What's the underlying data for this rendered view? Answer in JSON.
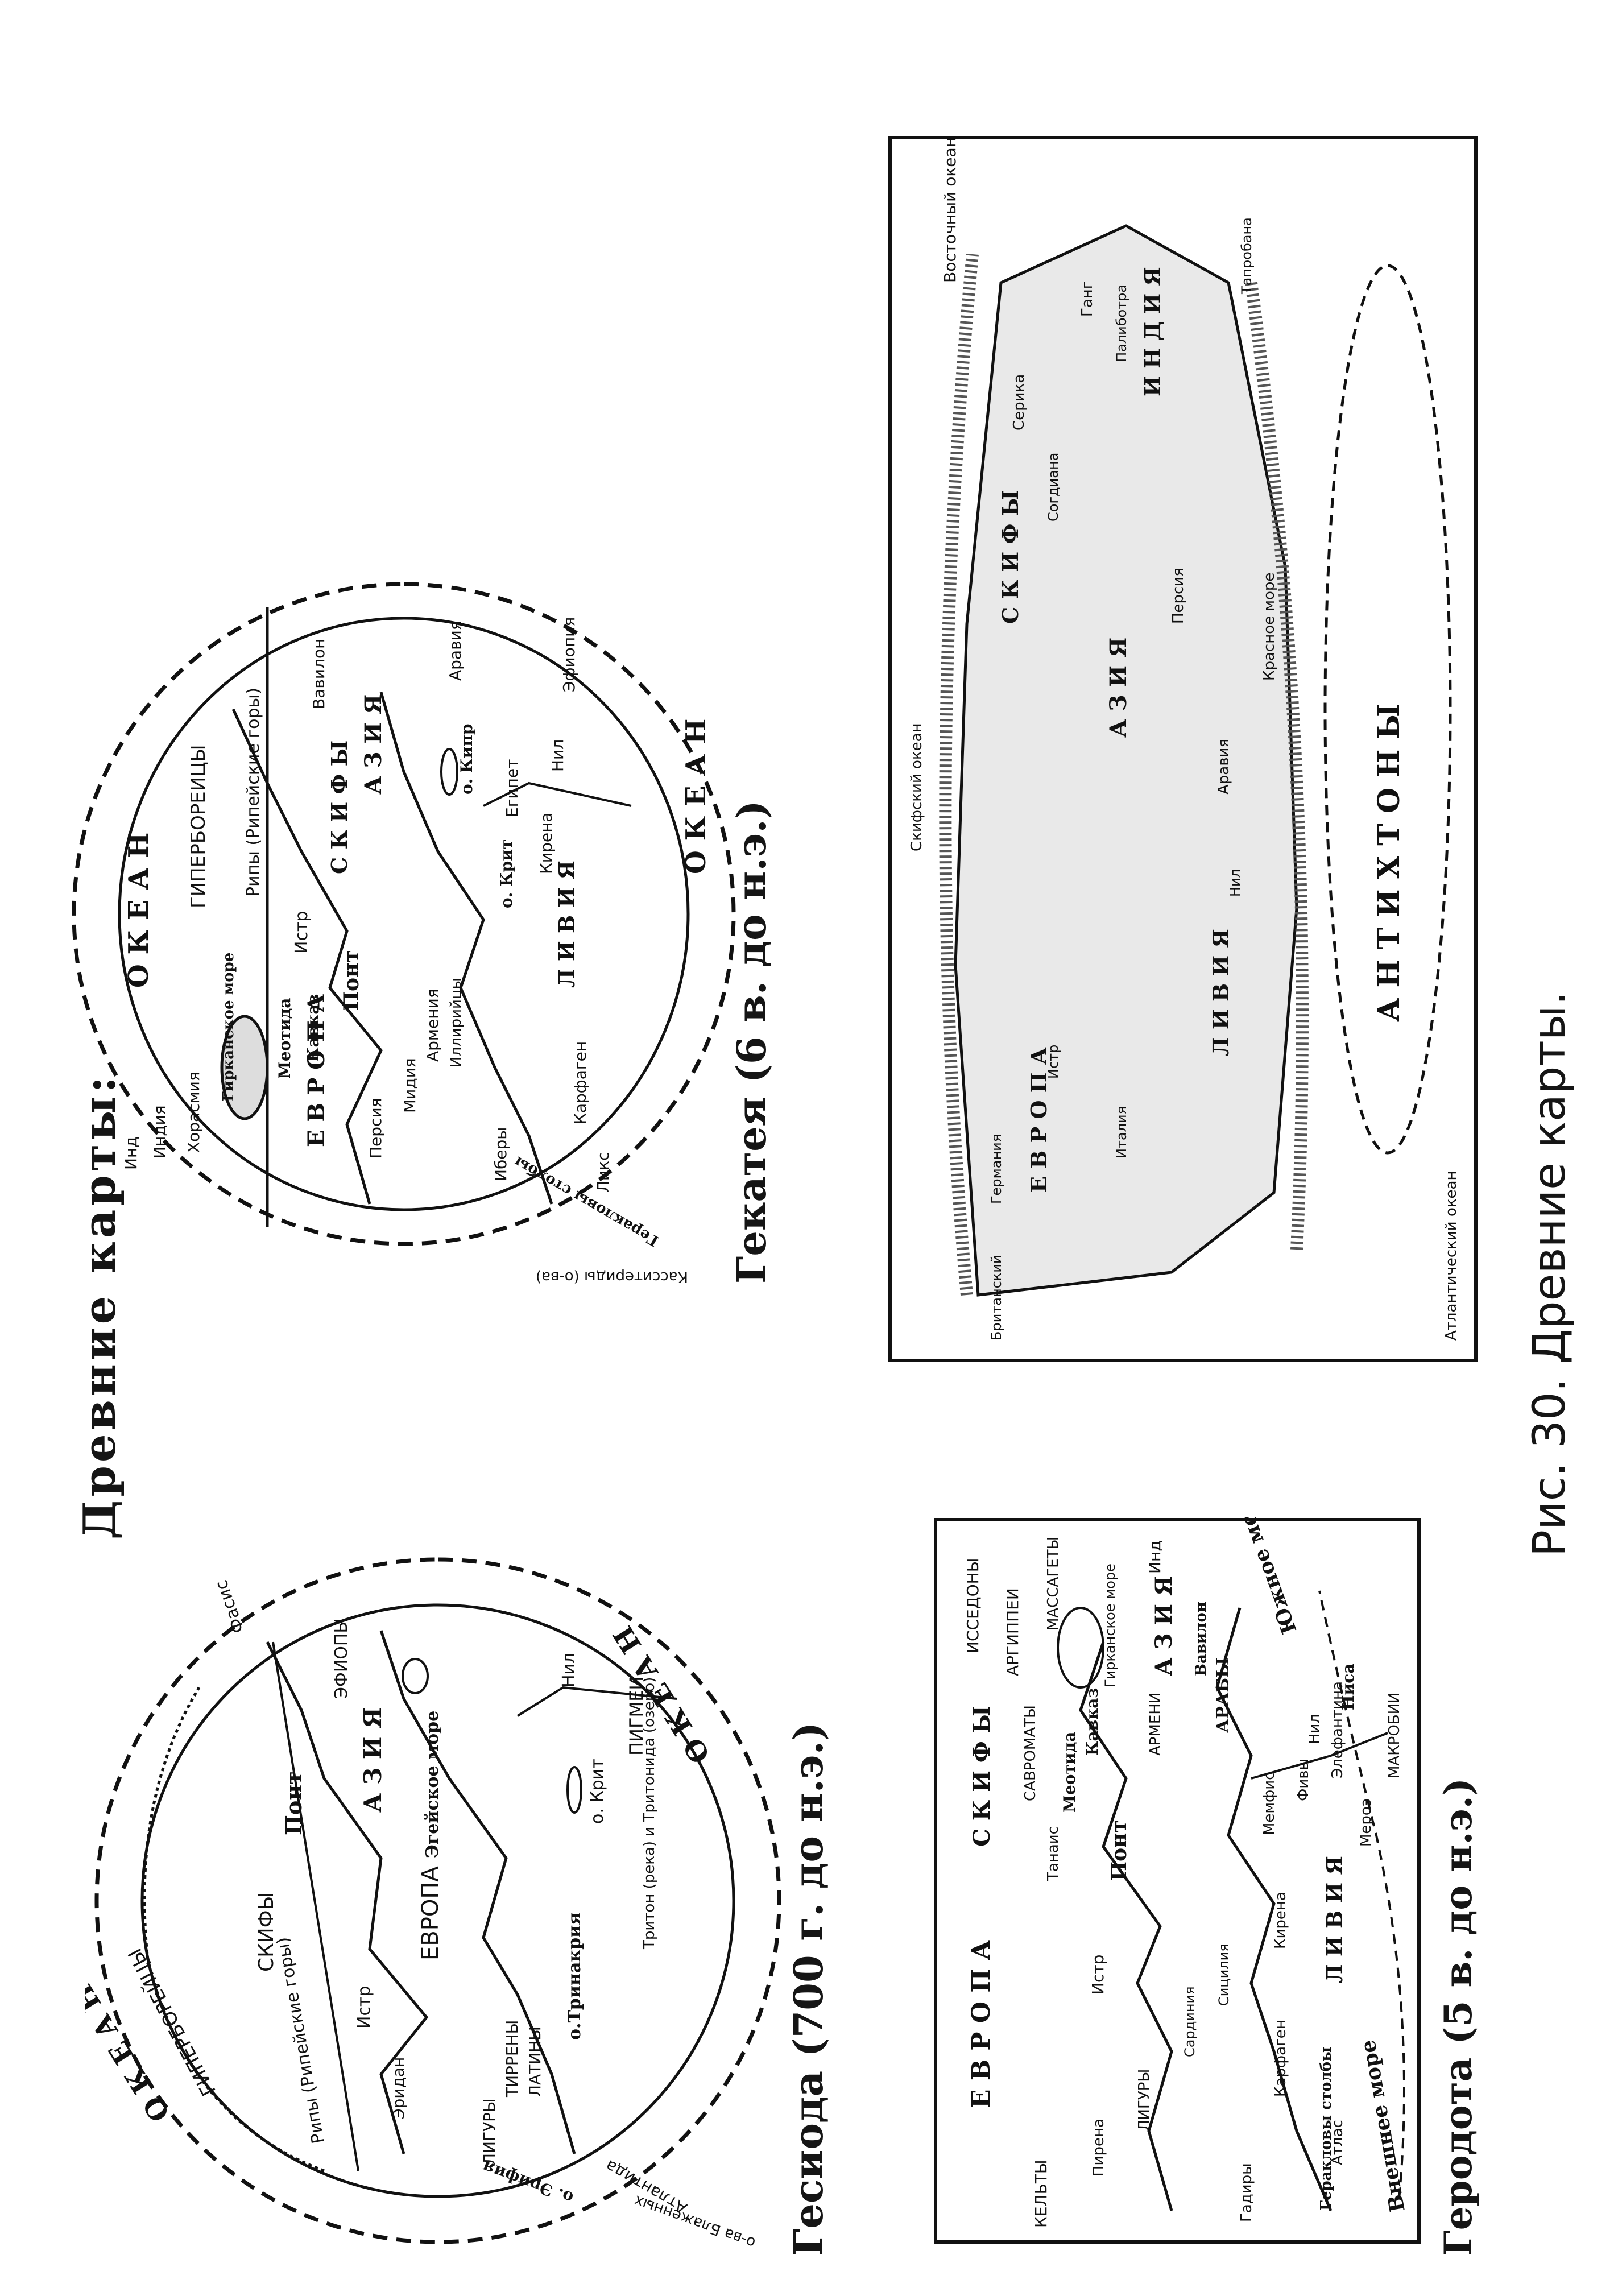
{
  "page_title": "Древние карты:",
  "figure_caption": "Рис. 30.  Древние карты.",
  "maps": {
    "hesiod": {
      "title": "Гесиода (700 г. до н.э.)",
      "labels": {
        "ocean_top": "О К Е А Н",
        "ocean_bottom": "О К Е А Н",
        "hyperboreans": "ГИПЕРБОРЕЙЦЫ",
        "scythians": "СКИФЫ",
        "ripean": "Рипы (Рипейские горы)",
        "istr": "Истр",
        "europe": "ЕВРОПА",
        "pont": "Понт",
        "asia": "А З И Я",
        "aegean": "Эгейское море",
        "crete": "о. Крит",
        "ethiopians": "ЭФИОПЫ",
        "nile": "Нил",
        "pygmies": "ПИГМЕИ",
        "triton": "Тритон (река) и Тритонида (озеро)",
        "trinacria": "о.Тринакрия",
        "tyrrhenians": "ТИРРЕНЫ",
        "latins": "ЛАТИНЫ",
        "ligurians": "ЛИГУРЫ",
        "erythea": "о. Эрифия",
        "atlantis": "Атлантида",
        "ocean_left": "о-ва Блаженных",
        "arimasp": "Эридан",
        "phasis": "Фасис"
      }
    },
    "hecataeus": {
      "title": "Гекатея (6 в. до н.э.)",
      "labels": {
        "ocean_top": "О К Е А Н",
        "ocean_bottom": "О К Е А Н",
        "hyperboreans": "ГИПЕРБОРЕИЦЫ",
        "ripean": "Рипы (Рипейские горы)",
        "europe": "Е В Р О П А",
        "istr": "Истр",
        "scythians": "С К И Ф Ы",
        "maeotis": "Меотида",
        "caucasus": "Кавказ",
        "pont": "Понт",
        "caspian": "Гирканское море",
        "chorasmia": "Хорасмия",
        "india": "Индия",
        "indus": "Инд",
        "persia": "Персия",
        "media": "Мидия",
        "armenia": "Армения",
        "cyprus": "о. Кипр",
        "egypt": "Египет",
        "nile": "Нил",
        "libya": "Л И В И Я",
        "cyrene": "Кирена",
        "crete": "о. Крит",
        "carthage": "Карфаген",
        "liks": "Ликс",
        "illyrians": "Иллирийцы",
        "iberians": "Иберы",
        "cassiterides": "Касситериды (о-ва)",
        "pillars": "Геракловы столбы",
        "asia": "А З И Я",
        "arabia": "Аравия",
        "babylon": "Вавилон",
        "ethiopia": "Эфиопия"
      }
    },
    "herodotus": {
      "title": "Геродота (5 в. до н.э.)",
      "labels": {
        "europe": "Е В Р О П А",
        "scythians": "С К И Ф Ы",
        "issedones": "ИССЕДОНЫ",
        "argippei": "АРГИППЕИ",
        "massagetae": "МАССАГЕТЫ",
        "sauromatae": "САВРОМАТЫ",
        "tanais": "Танаис",
        "maeotis": "Меотида",
        "caucasus": "Кавказ",
        "hyrcanian": "Гирканское море",
        "pont": "Понт",
        "istr": "Истр",
        "armenians": "АРМЕНИ",
        "asia": "А З И Я",
        "indus": "Инд",
        "arabs": "АРАБЫ",
        "babylon": "Вавилон",
        "south_sea": "Южное море",
        "outer_sea": "Внешнее море",
        "celts": "КЕЛЬТЫ",
        "pyrene": "Пирена",
        "ligurians": "ЛИГУРЫ",
        "gadir": "Гадиры",
        "pillars": "Геракловы столбы",
        "carthage": "Карфаген",
        "kyrene": "Кирена",
        "memphis": "Мемфис",
        "thebes": "Фивы",
        "elephantine": "Элефантина",
        "nisa": "Ниса",
        "atlas": "Атлас",
        "libya": "Л И В И Я",
        "macrobians": "МАКРОБИИ",
        "meroe": "Мероэ",
        "nile": "Нил",
        "sardinia": "Сардиния",
        "sicily": "Сицилия"
      }
    },
    "eratosthenes": {
      "labels": {
        "eastern_ocean": "Восточный океан",
        "scythian_ocean": "Скифский океан",
        "british": "Британский",
        "atlantic": "Атлантический океан",
        "antichthones": "А Н Т И Х Т О Н Ы",
        "scythia": "С К И Ф Ы",
        "india": "И Н Д И Я",
        "asia": "А З И Я",
        "libya": "Л И В И Я",
        "europe": "Е В Р О П А",
        "red_sea": "Красное море",
        "ganges": "Ганг",
        "serica": "Серика",
        "sogdiana": "Согдиана",
        "palibothra": "Палиботра",
        "arabia": "Аравия",
        "persia": "Персия",
        "germania": "Германия",
        "italia": "Италия",
        "istr": "Истр",
        "nile": "Нил",
        "taprobane": "Тапробана"
      }
    }
  }
}
